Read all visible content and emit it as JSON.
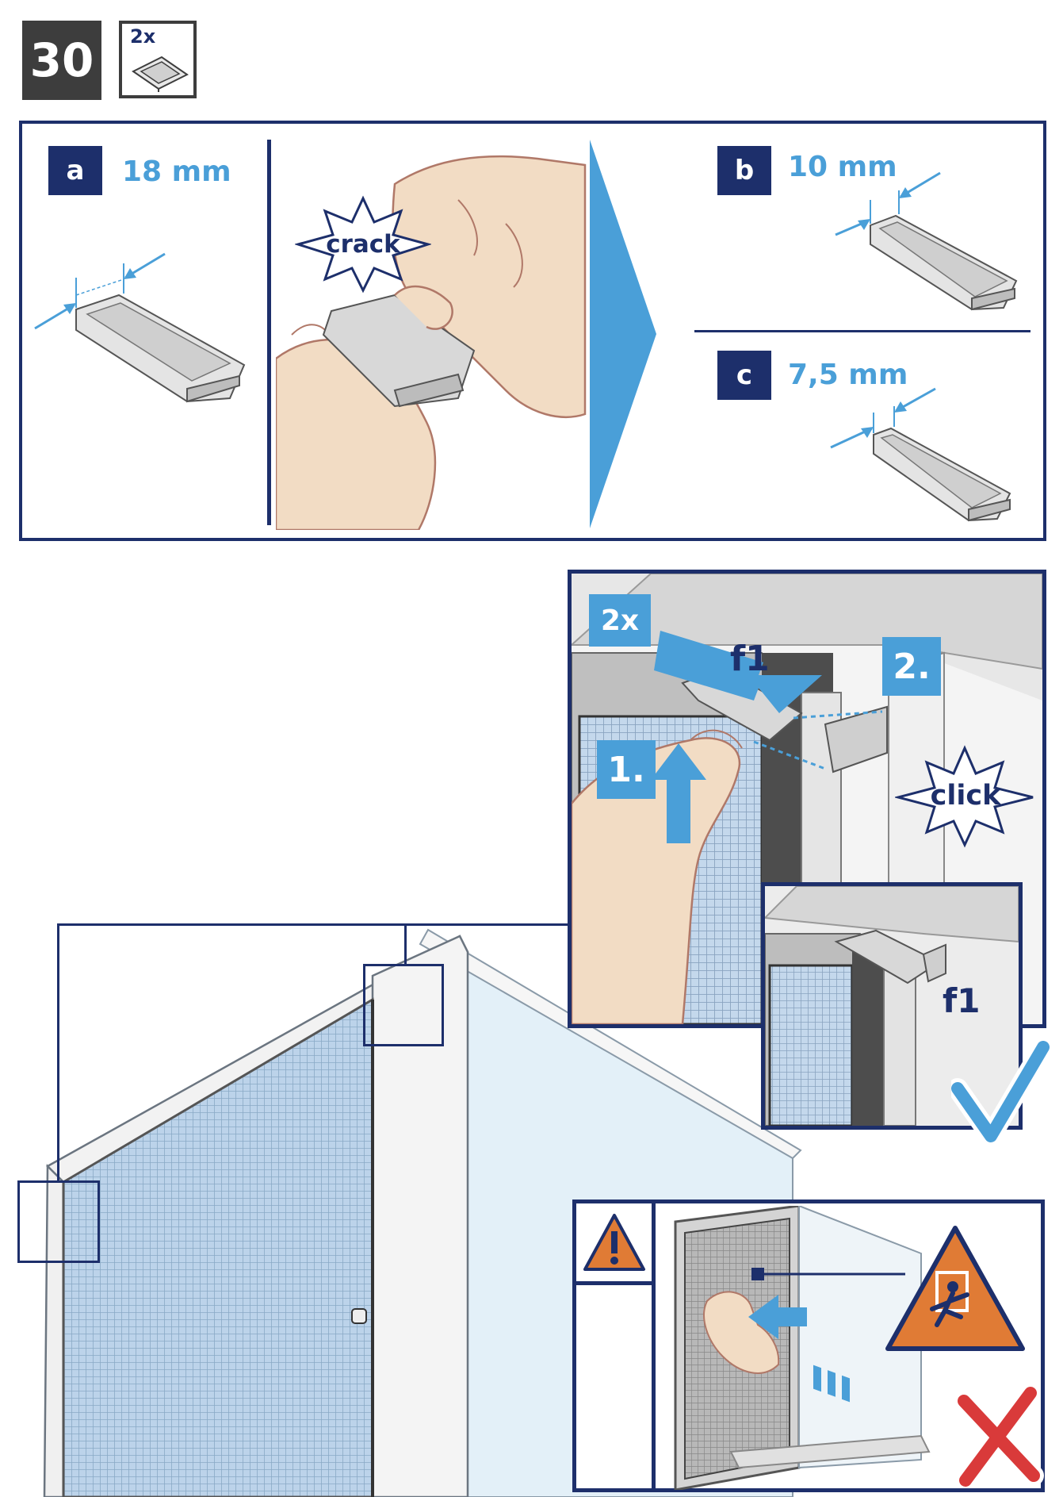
{
  "header": {
    "step_number": "30",
    "quantity": "2x"
  },
  "top_panel": {
    "a": {
      "letter": "a",
      "measurement": "18 mm"
    },
    "crack_label": "crack",
    "b": {
      "letter": "b",
      "measurement": "10 mm"
    },
    "c": {
      "letter": "c",
      "measurement": "7,5 mm"
    }
  },
  "detail_panel": {
    "quantity": "2x",
    "part_label": "f1",
    "step1": "1.",
    "step2": "2.",
    "click_label": "click"
  },
  "inset_panel": {
    "part_label": "f1"
  },
  "colors": {
    "navy": "#1d2f6b",
    "accent_blue": "#4a9fd8",
    "warning_orange": "#e07b35",
    "error_red": "#d93a3a",
    "step_box_gray": "#3d3d3d"
  },
  "icons": {
    "warning": "warning-triangle-icon",
    "fall_hazard": "fall-hazard-icon",
    "check": "checkmark-icon",
    "cross": "cross-icon"
  }
}
